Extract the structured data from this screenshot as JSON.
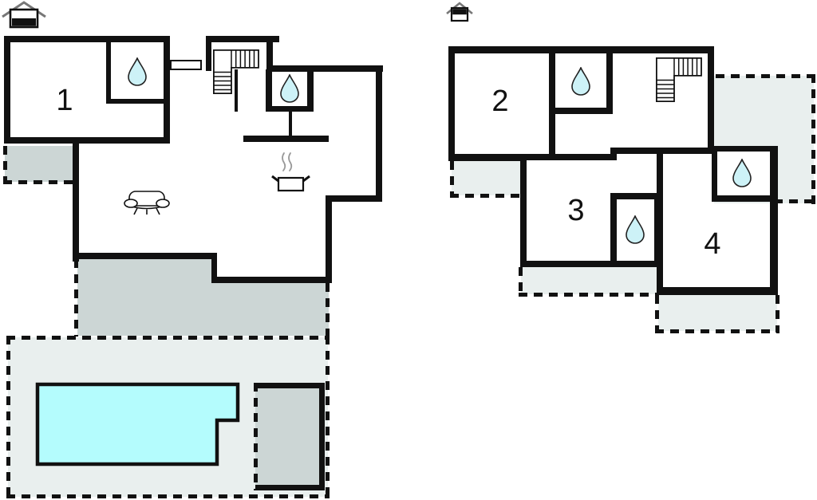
{
  "document": {
    "type": "holiday-house floor plan",
    "background_color": "#ffffff",
    "wall_color": "#111111"
  },
  "colors": {
    "terrace_dark": "#ccd6d5",
    "terrace_light": "#e9efee",
    "pool_water": "#b4fcfd",
    "drop_fill": "#cdf2f7",
    "steam": "#999999",
    "roof_gray": "#777777"
  },
  "plans": {
    "ground": {
      "indicator_icon": "house-ground-floor-icon",
      "rooms": [
        {
          "label": "1"
        }
      ],
      "amenity_icons": [
        "water-drop-icon",
        "water-drop-icon",
        "stairs-icon",
        "window-icon",
        "sofa-icon",
        "stove-icon"
      ],
      "outdoor": [
        "terrace",
        "terrace",
        "pool-terrain",
        "pool",
        "shed"
      ]
    },
    "upper": {
      "indicator_icon": "house-upper-floor-icon",
      "rooms": [
        {
          "label": "2"
        },
        {
          "label": "3"
        },
        {
          "label": "4"
        }
      ],
      "amenity_icons": [
        "water-drop-icon",
        "water-drop-icon",
        "water-drop-icon",
        "stairs-icon"
      ],
      "outdoor": [
        "balcony",
        "balcony",
        "balcony",
        "balcony"
      ]
    }
  }
}
